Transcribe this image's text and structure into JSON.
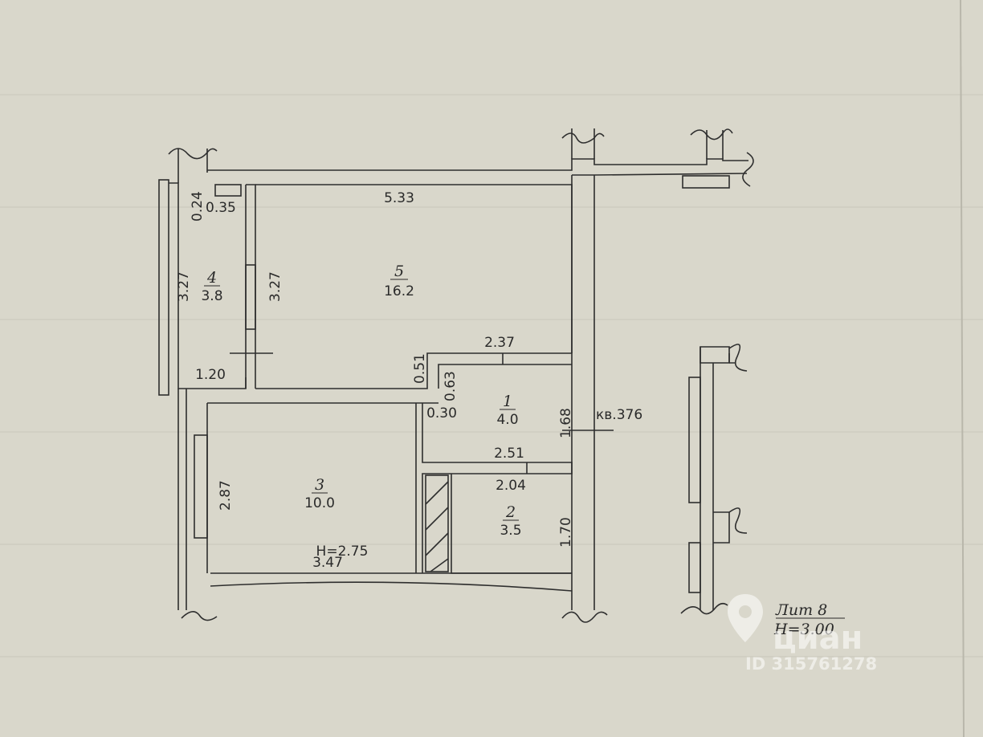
{
  "rooms": [
    {
      "number": "1",
      "area": "4.0"
    },
    {
      "number": "2",
      "area": "3.5"
    },
    {
      "number": "3",
      "area": "10.0"
    },
    {
      "number": "4",
      "area": "3.8"
    },
    {
      "number": "5",
      "area": "16.2"
    }
  ],
  "dimensions": {
    "d_5_33": "5.33",
    "d_0_24": "0.24",
    "d_0_35": "0.35",
    "d_3_27_left": "3.27",
    "d_3_27_right": "3.27",
    "d_1_20": "1.20",
    "d_0_51": "0.51",
    "d_2_37": "2.37",
    "d_0_63": "0.63",
    "d_0_30": "0.30",
    "d_1_68": "1.68",
    "d_2_51": "2.51",
    "d_2_04": "2.04",
    "d_2_87": "2.87",
    "d_1_70": "1.70",
    "d_3_47": "3.47"
  },
  "annotations": {
    "room3_height": "H=2.75",
    "apartment": "кв.376",
    "lit": "Лит 8",
    "building_height": "H=3.00"
  },
  "watermark": {
    "brand": "циан",
    "id": "ID 315761278"
  }
}
